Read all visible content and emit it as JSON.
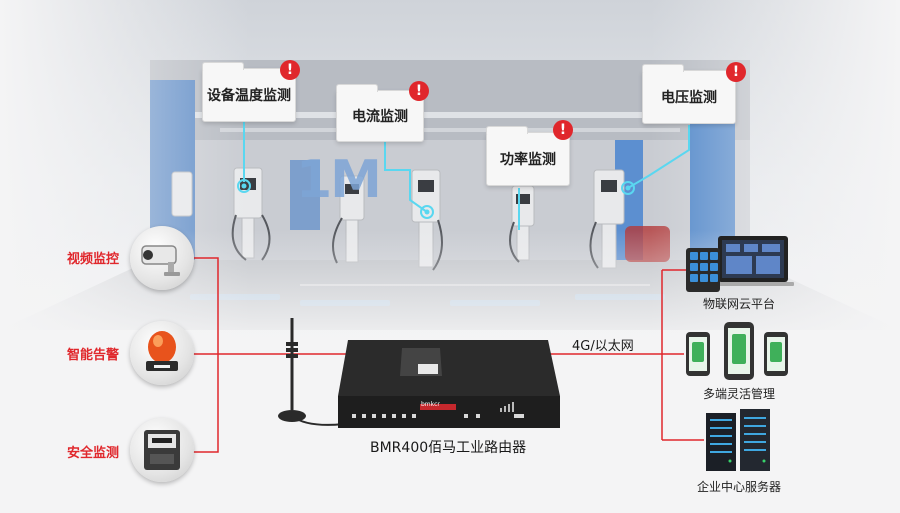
{
  "cards": {
    "device_temp": "设备温度监测",
    "current": "电流监测",
    "power": "功率监测",
    "voltage": "电压监测",
    "alert_mark": "!"
  },
  "left_items": {
    "video": "视频监控",
    "alarm": "智能告警",
    "safety": "安全监测"
  },
  "background_sign": "1M",
  "router": {
    "caption": "BMR400佰马工业路由器",
    "brand": "bmkcr"
  },
  "link_label": "4G/以太网",
  "right_items": {
    "cloud": "物联网云平台",
    "multi": "多端灵活管理",
    "server": "企业中心服务器"
  },
  "colors": {
    "accent_red": "#e0272c",
    "line_cyan": "#5ad7f0",
    "router_body": "#1e1e1e"
  }
}
